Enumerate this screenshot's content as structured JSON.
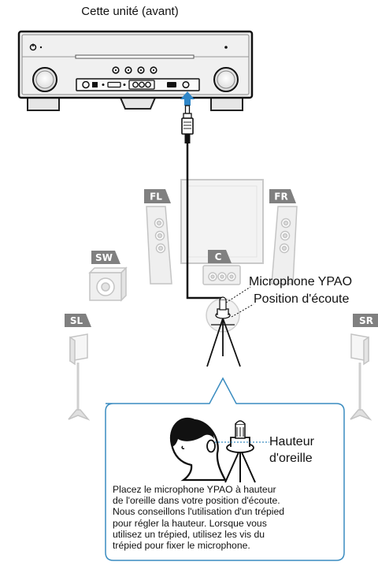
{
  "title": "Cette unité (avant)",
  "speakers": {
    "fl": "FL",
    "fr": "FR",
    "c": "C",
    "sw": "SW",
    "sl": "SL",
    "sr": "SR"
  },
  "microphone_label": "Microphone YPAO",
  "listening_position_label": "Position d'écoute",
  "ear_height_label": [
    "Hauteur",
    "d'oreille"
  ],
  "instructions": [
    "Placez le microphone YPAO à hauteur",
    "de l'oreille dans votre position d'écoute.",
    "Nous conseillons l'utilisation d'un trépied",
    "pour régler la hauteur. Lorsque vous",
    "utilisez un trépied, utilisez les vis du",
    "trépied pour fixer le microphone."
  ],
  "colors": {
    "badge": "#808080",
    "callout_border": "#3a8cc0",
    "arrow": "#2e86c8",
    "speaker_fill": "#efefef",
    "tv_fill": "#f3f3f3"
  }
}
